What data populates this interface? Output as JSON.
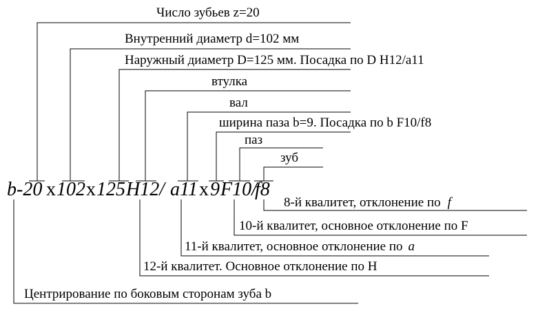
{
  "designation": {
    "part_b": "b-20",
    "x1": "x",
    "part_d": "102",
    "x2": "x",
    "part_D": "125",
    "part_H12": "H12/",
    "part_a11": "a11",
    "x3": "x",
    "part_9": "9",
    "part_F10": "F10/",
    "part_f8": "f8"
  },
  "labels": {
    "teeth": "Число зубьев z=20",
    "inner_diameter": "Внутренний диаметр d=102 мм",
    "outer_diameter": "Наружный диаметр D=125 мм. Посадка по D H12/a11",
    "bushing": "втулка",
    "shaft": "вал",
    "slot_width": "ширина паза b=9. Посадка по b  F10/f8",
    "slot": "паз",
    "tooth": "зуб",
    "grade8_text": "8-й квалитет,  отклонение по",
    "grade8_sym": "f",
    "grade10": "10-й квалитет, основное отклонение по F",
    "grade11_text": "11-й квалитет, основное отклонение по",
    "grade11_sym": "a",
    "grade12": "12-й  квалитет. Основное отклонение по H",
    "centering": "Центрирование по боковым сторонам зуба b"
  }
}
